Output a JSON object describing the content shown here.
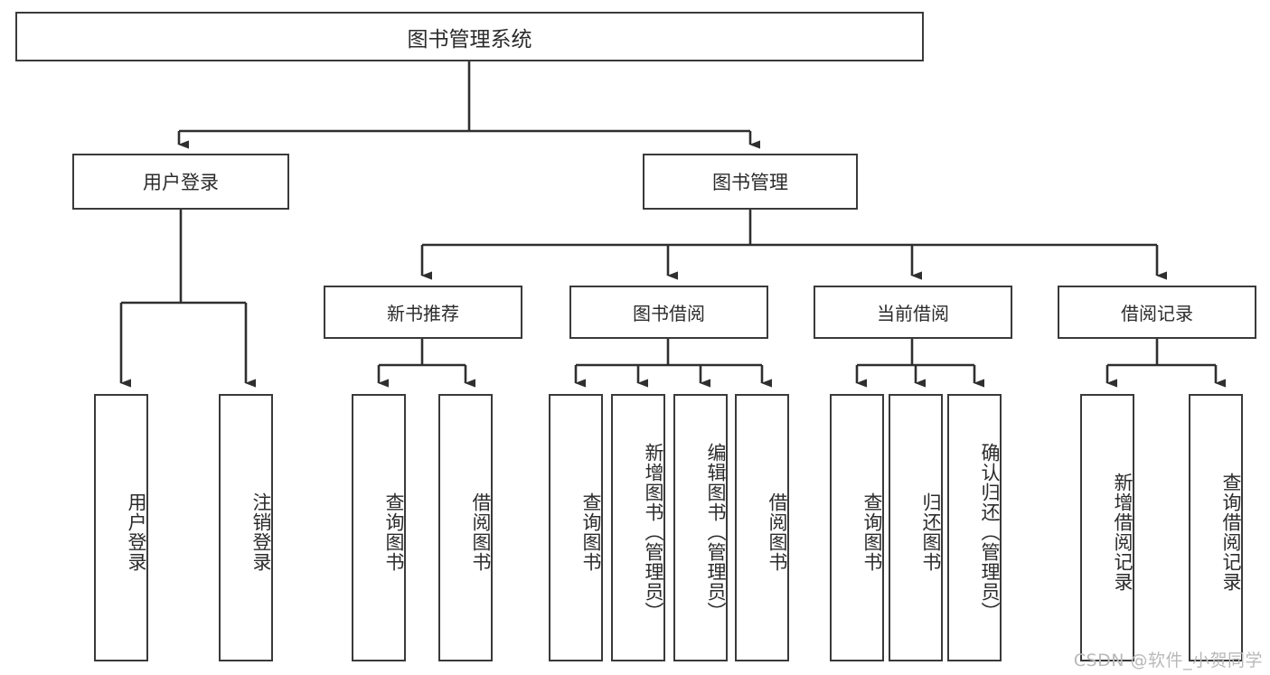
{
  "diagram": {
    "title": "图书管理系统",
    "type": "tree-hierarchy-chart",
    "root": {
      "id": "root",
      "label": "图书管理系统"
    },
    "level1": [
      {
        "id": "user-login",
        "label": "用户登录"
      },
      {
        "id": "book-manage",
        "label": "图书管理"
      }
    ],
    "level2": [
      {
        "id": "new-book-rec",
        "label": "新书推荐",
        "parent": "book-manage"
      },
      {
        "id": "book-borrow",
        "label": "图书借阅",
        "parent": "book-manage"
      },
      {
        "id": "current-borrow",
        "label": "当前借阅",
        "parent": "book-manage"
      },
      {
        "id": "borrow-record",
        "label": "借阅记录",
        "parent": "book-manage"
      }
    ],
    "leaves": {
      "user-login": [
        {
          "id": "leaf-user-login",
          "label": "用户登录"
        },
        {
          "id": "leaf-logout",
          "label": "注销登录"
        }
      ],
      "new-book-rec": [
        {
          "id": "leaf-query-book-1",
          "label": "查询图书"
        },
        {
          "id": "leaf-borrow-book-1",
          "label": "借阅图书"
        }
      ],
      "book-borrow": [
        {
          "id": "leaf-query-book-2",
          "label": "查询图书"
        },
        {
          "id": "leaf-add-book",
          "label": "新增图书（管理员）"
        },
        {
          "id": "leaf-edit-book",
          "label": "编辑图书（管理员）"
        },
        {
          "id": "leaf-borrow-book-2",
          "label": "借阅图书"
        }
      ],
      "current-borrow": [
        {
          "id": "leaf-query-book-3",
          "label": "查询图书"
        },
        {
          "id": "leaf-return-book",
          "label": "归还图书"
        },
        {
          "id": "leaf-confirm-return",
          "label": "确认归还（管理员）"
        }
      ],
      "borrow-record": [
        {
          "id": "leaf-add-record",
          "label": "新增借阅记录"
        },
        {
          "id": "leaf-query-record",
          "label": "查询借阅记录"
        }
      ]
    }
  },
  "watermark": {
    "text": "CSDN @软件_小贺同学"
  },
  "colors": {
    "box_border": "#3a3a3a",
    "box_fill": "#ffffff",
    "text": "#2b2b2b",
    "connector": "#2f2f2f",
    "watermark": "#b9b9b9",
    "background": "#ffffff"
  }
}
